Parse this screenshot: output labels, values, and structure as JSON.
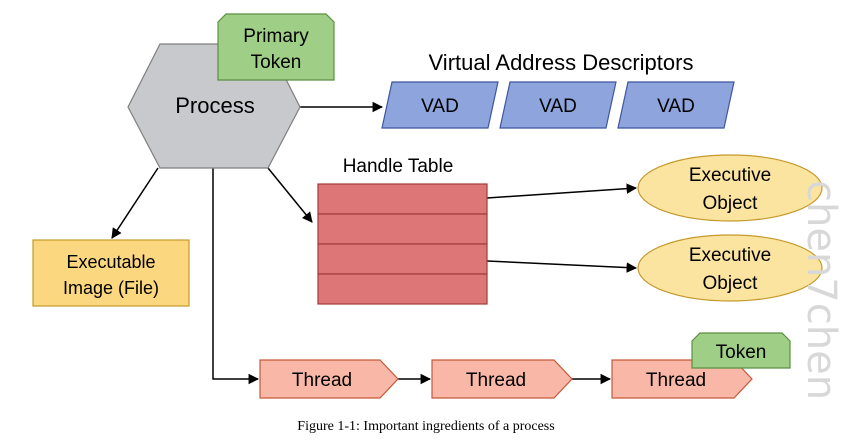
{
  "process": {
    "label": "Process"
  },
  "primary_token": {
    "line1": "Primary",
    "line2": "Token"
  },
  "vad_title": "Virtual Address Descriptors",
  "vads": [
    "VAD",
    "VAD",
    "VAD"
  ],
  "handle_table": {
    "title": "Handle Table"
  },
  "executive_objects": [
    {
      "line1": "Executive",
      "line2": "Object"
    },
    {
      "line1": "Executive",
      "line2": "Object"
    }
  ],
  "executable_image": {
    "line1": "Executable",
    "line2": "Image (File)"
  },
  "threads": [
    "Thread",
    "Thread",
    "Thread"
  ],
  "thread_token": {
    "label": "Token"
  },
  "caption": "Figure 1-1: Important ingredients of a process",
  "watermark": "chen7chen",
  "colors": {
    "process": "#c8c9cc",
    "token": "#9fcf86",
    "vad": "#8ea4dc",
    "handle": "#dd7777",
    "executive": "#fbe4a0",
    "image": "#fbd77f",
    "thread": "#f8b7a7"
  }
}
